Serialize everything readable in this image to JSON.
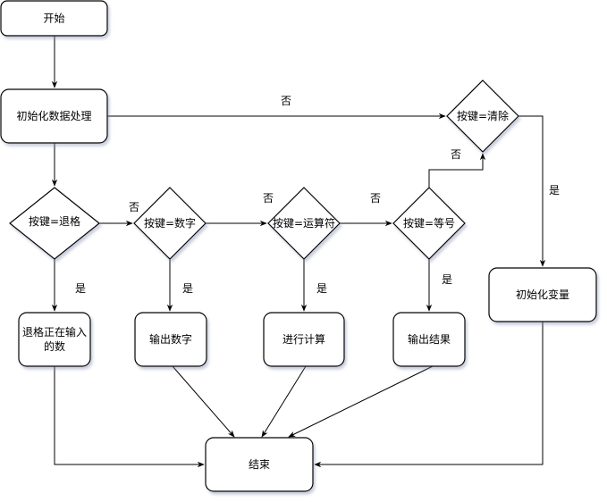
{
  "diagram": {
    "type": "flowchart",
    "nodes": {
      "start": {
        "label": "开始",
        "shape": "rounded-rect"
      },
      "init_data": {
        "label": "初始化数据处理",
        "shape": "rounded-rect"
      },
      "is_backspace": {
        "label": "按键=退格",
        "shape": "diamond"
      },
      "is_digit": {
        "label": "按键=数字",
        "shape": "diamond"
      },
      "is_operator": {
        "label": "按键=运算符",
        "shape": "diamond"
      },
      "is_equals": {
        "label": "按键=等号",
        "shape": "diamond"
      },
      "is_clear": {
        "label": "按键=清除",
        "shape": "diamond"
      },
      "backspace_input": {
        "label_lines": [
          "退格正在输入",
          "的数"
        ],
        "shape": "rounded-rect"
      },
      "output_digit": {
        "label": "输出数字",
        "shape": "rounded-rect"
      },
      "compute": {
        "label": "进行计算",
        "shape": "rounded-rect"
      },
      "output_result": {
        "label": "输出结果",
        "shape": "rounded-rect"
      },
      "init_vars": {
        "label": "初始化变量",
        "shape": "rounded-rect"
      },
      "end": {
        "label": "结束",
        "shape": "rounded-rect"
      }
    },
    "edges": [
      {
        "from": "start",
        "to": "init_data",
        "label": ""
      },
      {
        "from": "init_data",
        "to": "is_backspace",
        "label": ""
      },
      {
        "from": "init_data",
        "to": "is_clear",
        "label": "否"
      },
      {
        "from": "is_backspace",
        "to": "is_digit",
        "label": "否"
      },
      {
        "from": "is_digit",
        "to": "is_operator",
        "label": "否"
      },
      {
        "from": "is_operator",
        "to": "is_equals",
        "label": "否"
      },
      {
        "from": "is_equals",
        "to": "is_clear",
        "label": "否"
      },
      {
        "from": "is_backspace",
        "to": "backspace_input",
        "label": "是"
      },
      {
        "from": "is_digit",
        "to": "output_digit",
        "label": "是"
      },
      {
        "from": "is_operator",
        "to": "compute",
        "label": "是"
      },
      {
        "from": "is_equals",
        "to": "output_result",
        "label": "是"
      },
      {
        "from": "is_clear",
        "to": "init_vars",
        "label": "是"
      },
      {
        "from": "backspace_input",
        "to": "end",
        "label": ""
      },
      {
        "from": "output_digit",
        "to": "end",
        "label": ""
      },
      {
        "from": "compute",
        "to": "end",
        "label": ""
      },
      {
        "from": "output_result",
        "to": "end",
        "label": ""
      },
      {
        "from": "init_vars",
        "to": "end",
        "label": ""
      }
    ],
    "labels": {
      "yes": "是",
      "no": "否"
    }
  }
}
